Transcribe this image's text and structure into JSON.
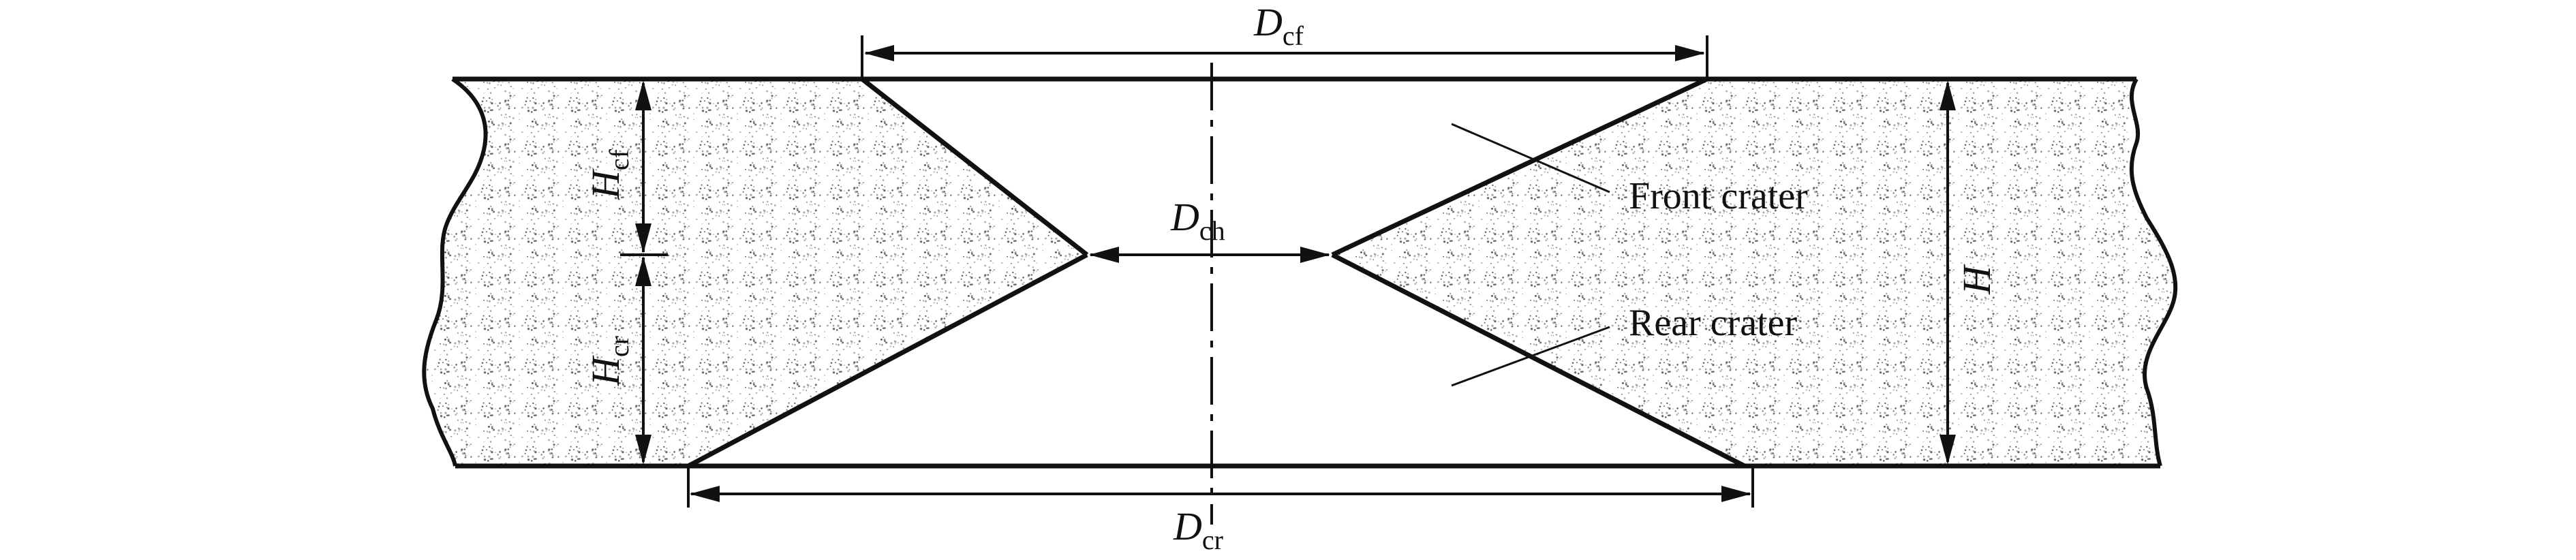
{
  "labels": {
    "d_cf": {
      "main": "D",
      "sub": "cf"
    },
    "d_ch": {
      "main": "D",
      "sub": "ch"
    },
    "d_cr": {
      "main": "D",
      "sub": "cr"
    },
    "h_cf": {
      "main": "H",
      "sub": "cf"
    },
    "h_cr": {
      "main": "H",
      "sub": "cr"
    },
    "h": "H",
    "front_crater": "Front crater",
    "rear_crater": "Rear crater"
  },
  "colors": {
    "stroke": "#111111",
    "background": "#ffffff",
    "speckle_dark": "#6a6a6a",
    "speckle_light": "#a8a8a8"
  }
}
